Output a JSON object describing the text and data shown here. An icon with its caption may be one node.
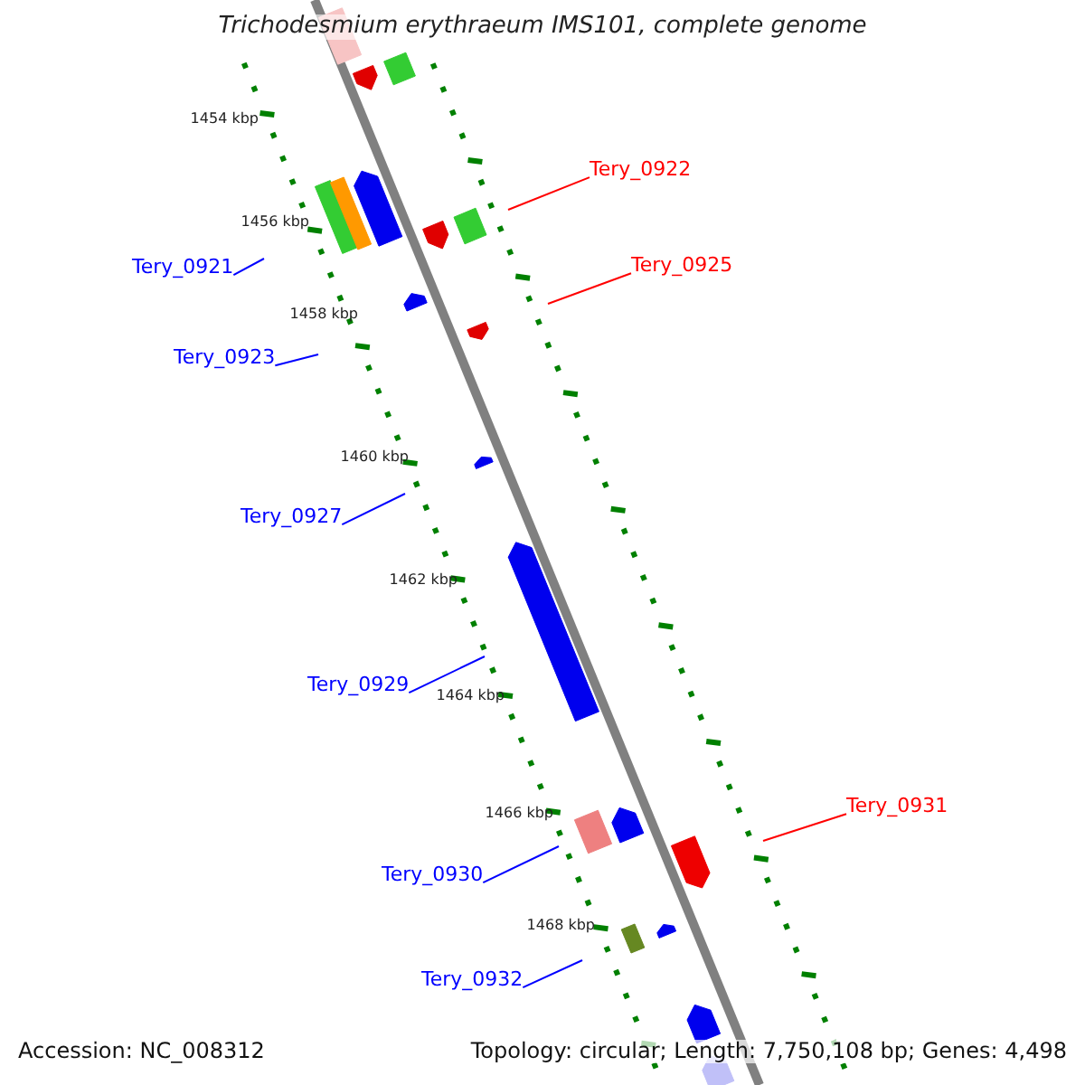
{
  "diagram": {
    "title": "Trichodesmium erythraeum IMS101, complete genome",
    "nodes": [
      {
        "text": [
          "Tery_0922"
        ]
      },
      {
        "text": [
          "Tery_0925"
        ]
      },
      {
        "text": [
          "Tery_0921"
        ]
      },
      {
        "text": [
          "Tery_0923"
        ]
      },
      {
        "text": [
          "Tery_0927"
        ]
      },
      {
        "text": [
          "Tery_0929"
        ]
      },
      {
        "text": [
          "Tery_0931"
        ]
      },
      {
        "text": [
          "Tery_0930"
        ]
      },
      {
        "text": [
          "Tery_0932"
        ]
      }
    ],
    "edges": [
      {
        "from": 0,
        "to": null,
        "arrow": "none",
        "color": "#ff0000"
      },
      {
        "from": 1,
        "to": null,
        "arrow": "none",
        "color": "#ff0000"
      },
      {
        "from": 2,
        "to": null,
        "arrow": "none"
      },
      {
        "from": 3,
        "to": null,
        "arrow": "none"
      },
      {
        "from": 4,
        "to": null,
        "arrow": "none"
      },
      {
        "from": 5,
        "to": null,
        "arrow": "none"
      },
      {
        "from": 6,
        "to": null,
        "arrow": "none",
        "color": "#ff0000"
      },
      {
        "from": 7,
        "to": null,
        "arrow": "none"
      },
      {
        "from": 8,
        "to": null,
        "arrow": "none"
      }
    ],
    "labels": [
      "1454 kbp",
      "1456 kbp",
      "1458 kbp",
      "1460 kbp",
      "1462 kbp",
      "1464 kbp",
      "1466 kbp",
      "1468 kbp",
      "Accession: NC_008312",
      "Topology: circular; Length: 7,750,108 bp; Genes: 4,498"
    ]
  }
}
